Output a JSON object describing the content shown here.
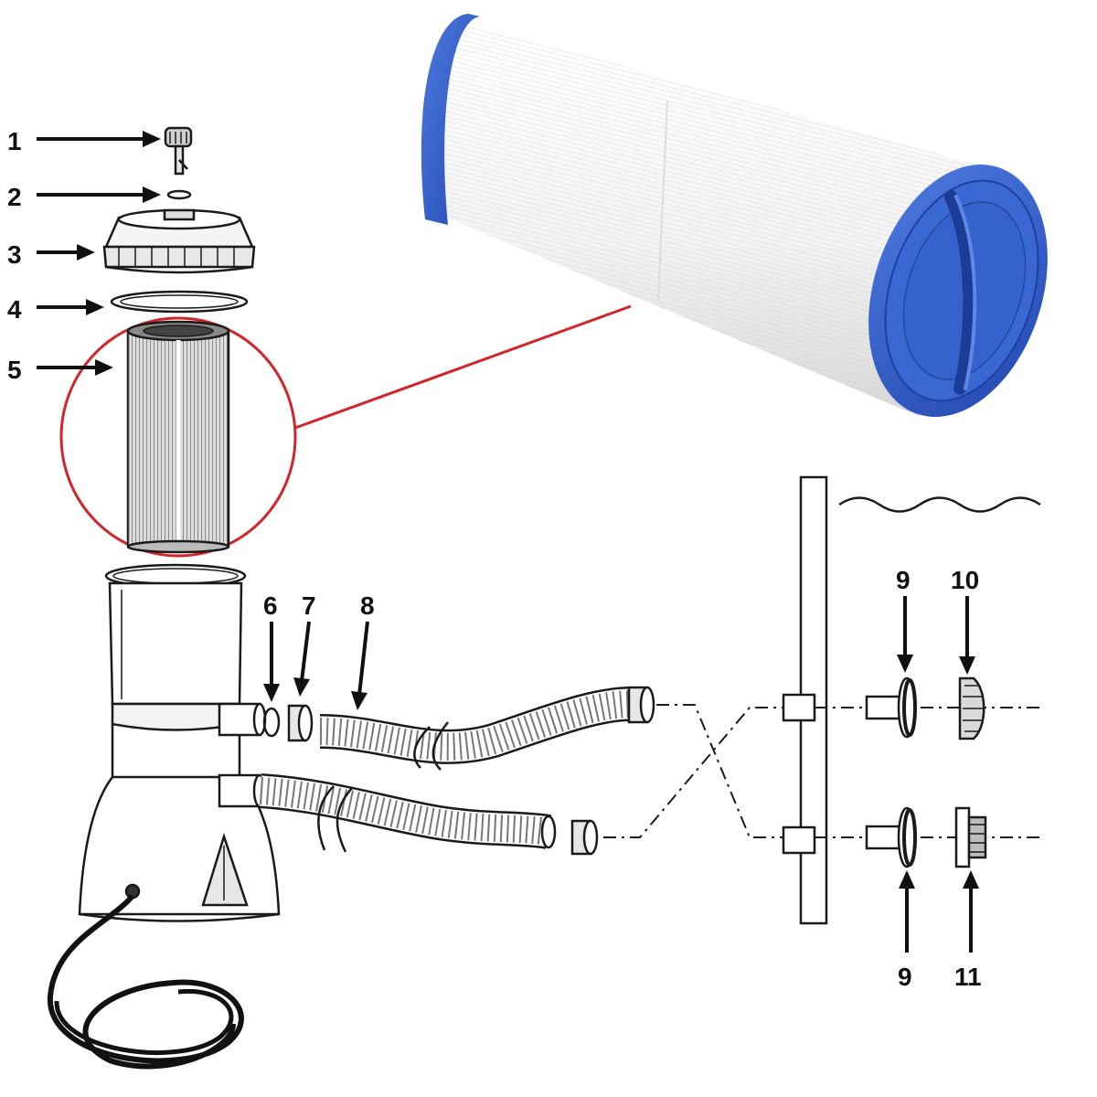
{
  "diagram": {
    "colors": {
      "callout": "#d0262a",
      "cap_blue": "#2f5fc9",
      "pleat_white": "#f2f2f2",
      "ink": "#1a1a1a"
    },
    "part_labels": {
      "p1": "1",
      "p2": "2",
      "p3": "3",
      "p4": "4",
      "p5": "5",
      "p6": "6",
      "p7": "7",
      "p8": "8",
      "p9_top": "9",
      "p10": "10",
      "p9_bottom": "9",
      "p11": "11"
    },
    "icons": {
      "filter": "pleated-cartridge-filter-icon",
      "pump": "filter-pump-icon",
      "hose": "corrugated-hose-icon"
    }
  }
}
